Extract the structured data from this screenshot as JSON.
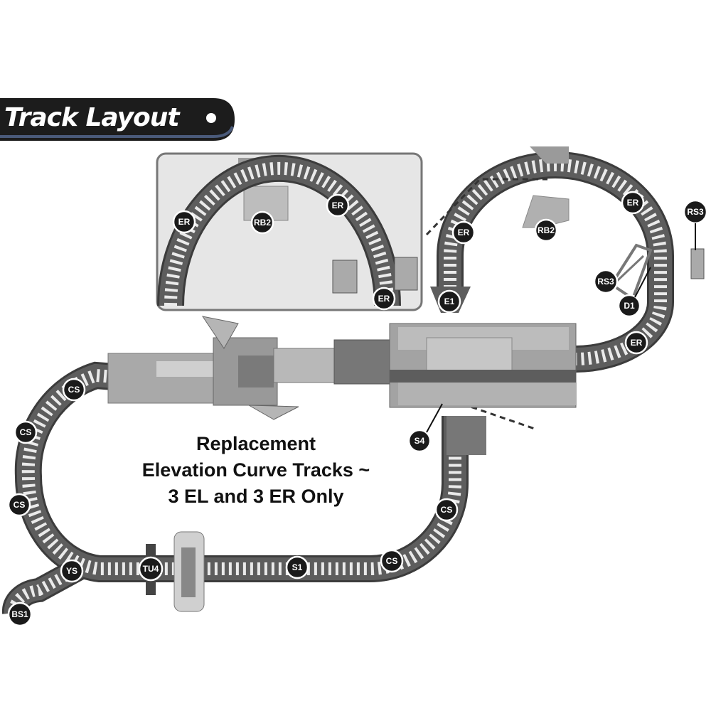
{
  "header": {
    "title": "Track Layout",
    "accent_color": "#1c1c1c"
  },
  "caption": {
    "line1": "Replacement",
    "line2": "Elevation Curve Tracks ~",
    "line3": "3 EL and 3 ER Only"
  },
  "inset": {
    "labels": {
      "er_left": "ER",
      "rb2": "RB2",
      "er_right": "ER",
      "er_bottom": "ER"
    }
  },
  "labels": {
    "er_upper_left": "ER",
    "rb2": "RB2",
    "er_upper_right": "ER",
    "rs3_top": "RS3",
    "rs3": "RS3",
    "d1": "D1",
    "e1": "E1",
    "er_lower_right": "ER",
    "s4": "S4",
    "cs_1": "CS",
    "cs_2": "CS",
    "cs_3": "CS",
    "cs_4": "CS",
    "cs_5": "CS",
    "ys": "YS",
    "tu4": "TU4",
    "s1": "S1",
    "bs1": "BS1"
  },
  "colors": {
    "track": "#5d5d5d",
    "track_edge": "#3c3c3c",
    "ties": "#e8e8e8",
    "station": "#9a9a9a",
    "badge": "#1a1a1a",
    "inset_bg": "#e6e6e6"
  }
}
